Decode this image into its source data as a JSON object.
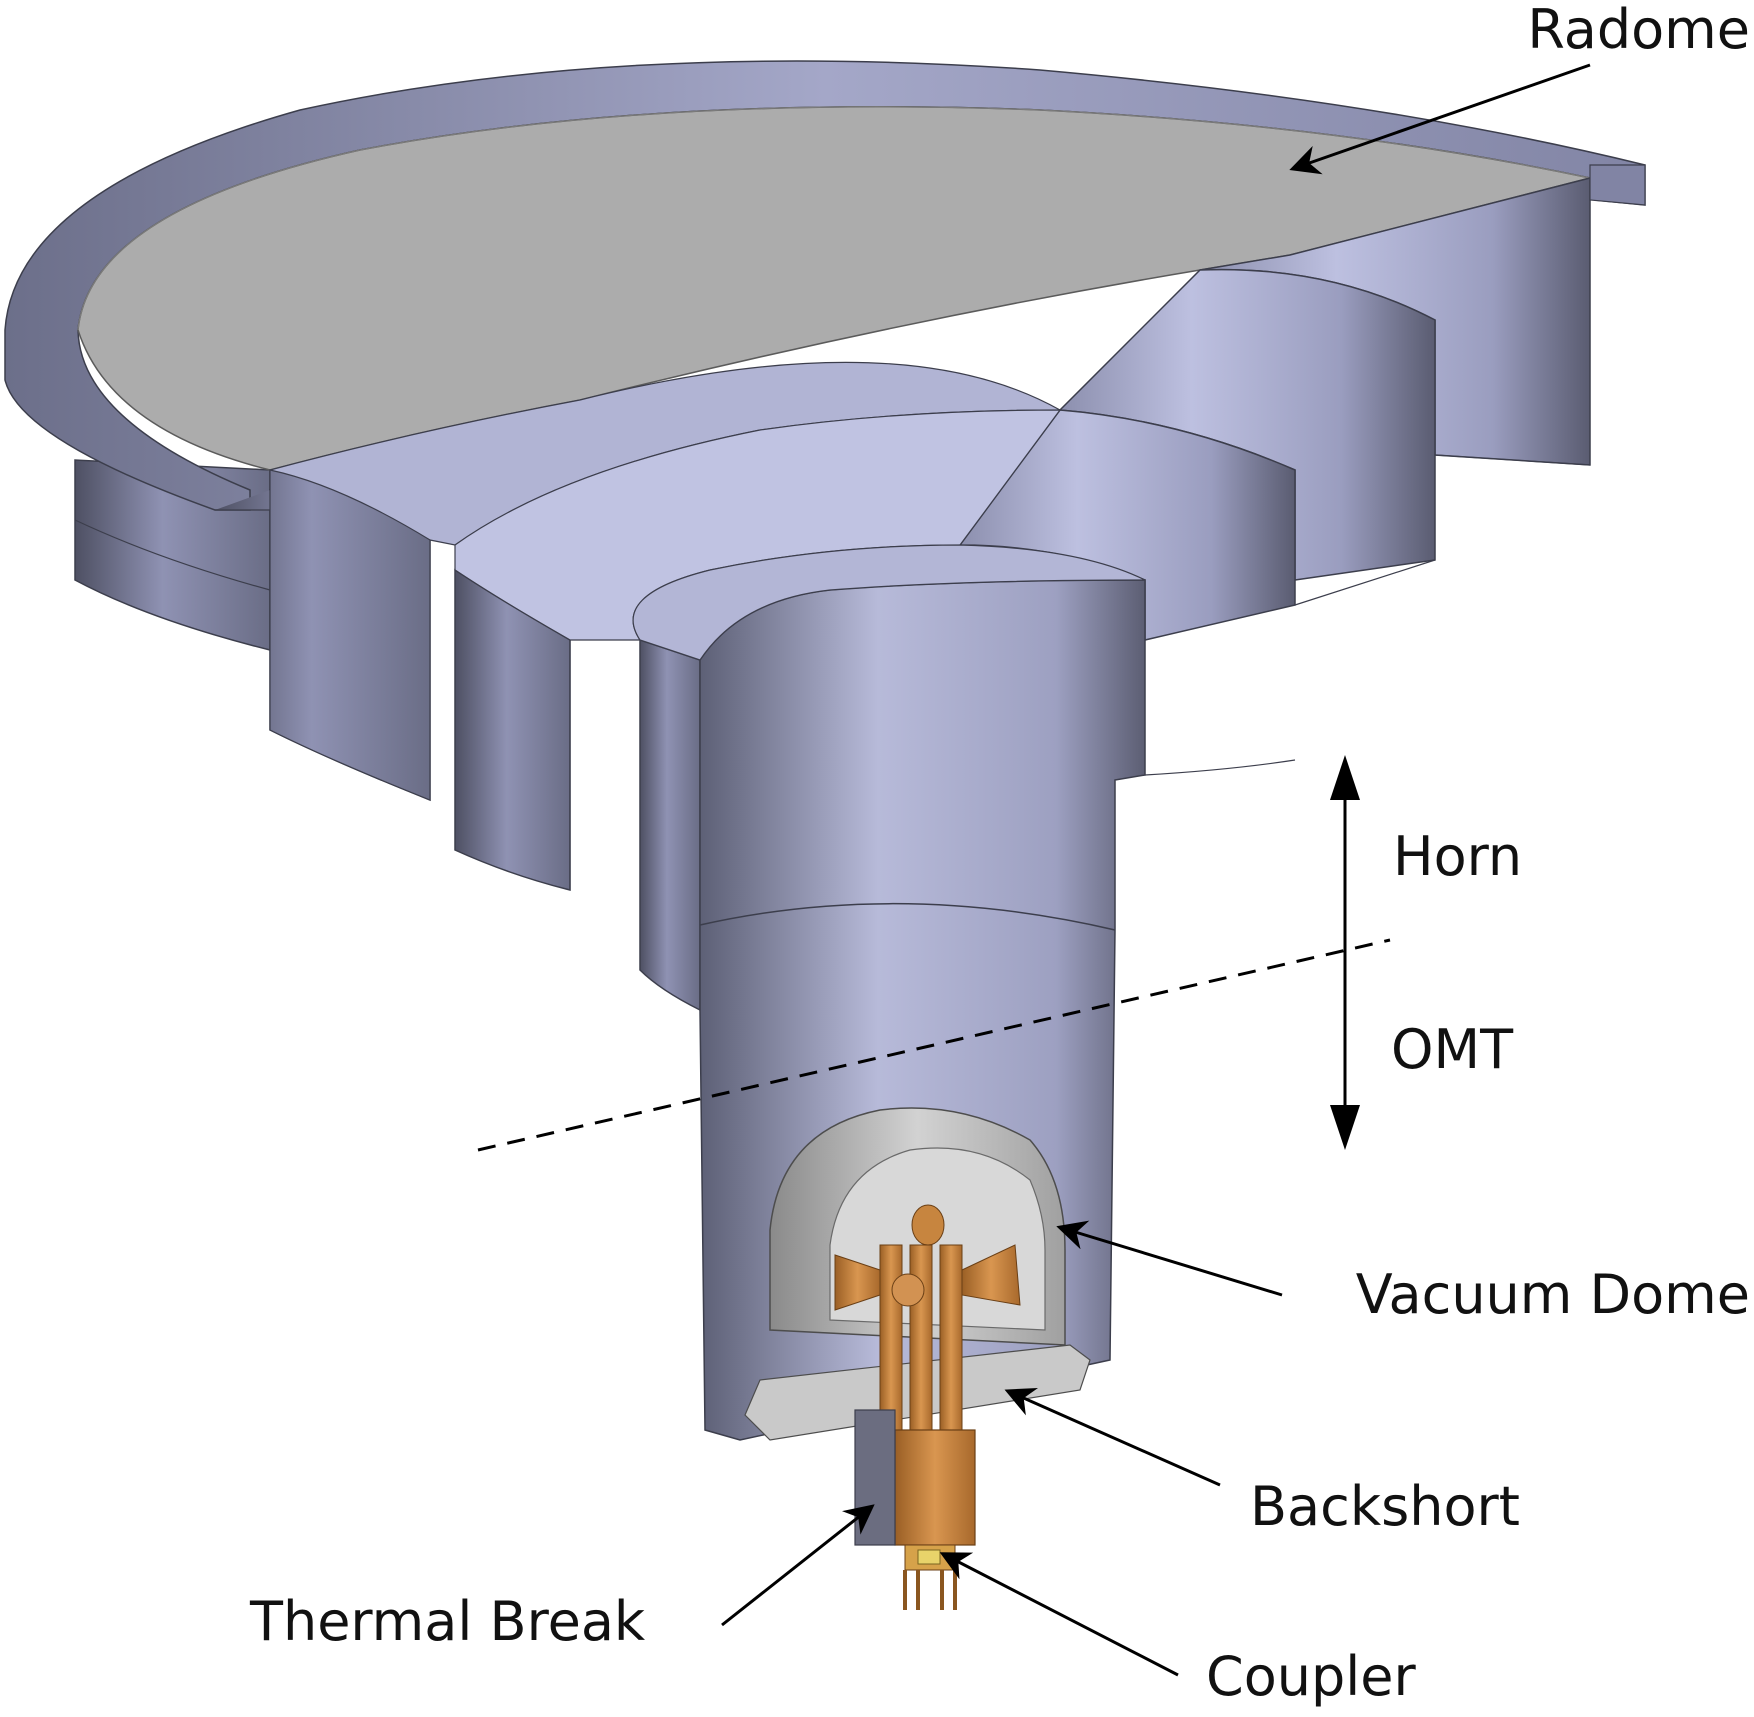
{
  "labels": {
    "radome": "Radome",
    "horn": "Horn",
    "omt": "OMT",
    "vacuum_dome": "Vacuum Dome",
    "backshort": "Backshort",
    "thermal_break": "Thermal Break",
    "coupler": "Coupler"
  },
  "colors": {
    "metal_light": "#b9bcdc",
    "metal_mid": "#9ea2c4",
    "metal_dark": "#575a6e",
    "radome_gray": "#acacac",
    "dome_gray": "#bcbcbc",
    "copper": "#c8843e",
    "copper_dark": "#8a561f",
    "arrow": "#000000"
  }
}
